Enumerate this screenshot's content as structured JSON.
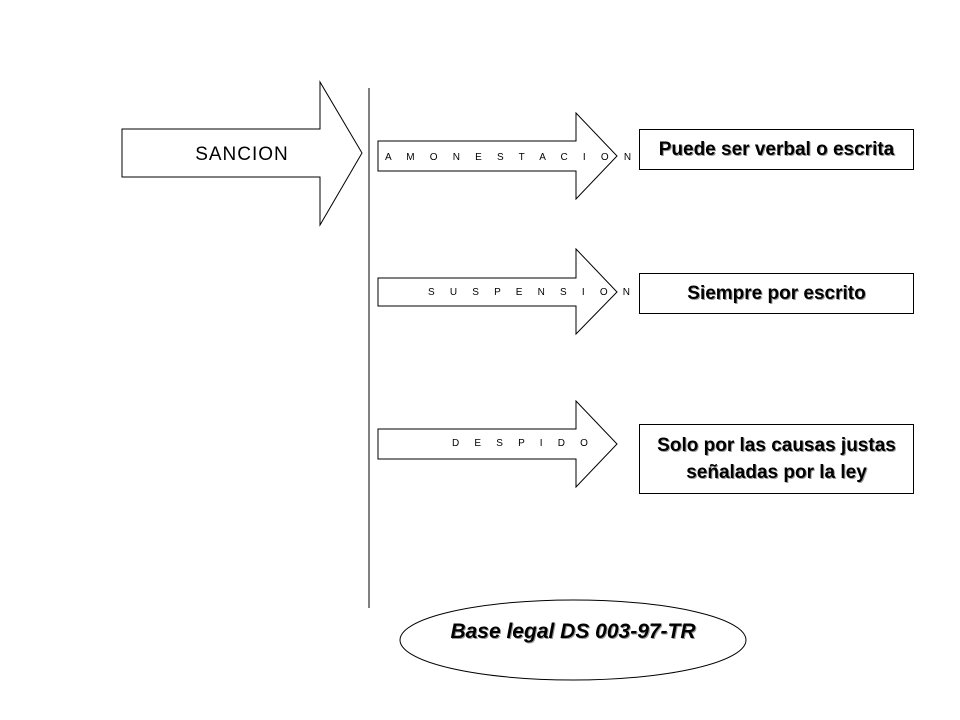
{
  "main_arrow": {
    "label": "SANCION"
  },
  "branches": [
    {
      "label": "A M O N E S T A C I O N",
      "description_lines": [
        "Puede ser verbal o escrita"
      ]
    },
    {
      "label": "S U S P E N S I O N",
      "description_lines": [
        "Siempre por  escrito"
      ]
    },
    {
      "label": "D E S P I D O",
      "description_lines": [
        "Solo por las causas justas",
        "señaladas por la ley"
      ]
    }
  ],
  "footer": {
    "legal_basis": "Base legal  DS 003-97-TR"
  }
}
